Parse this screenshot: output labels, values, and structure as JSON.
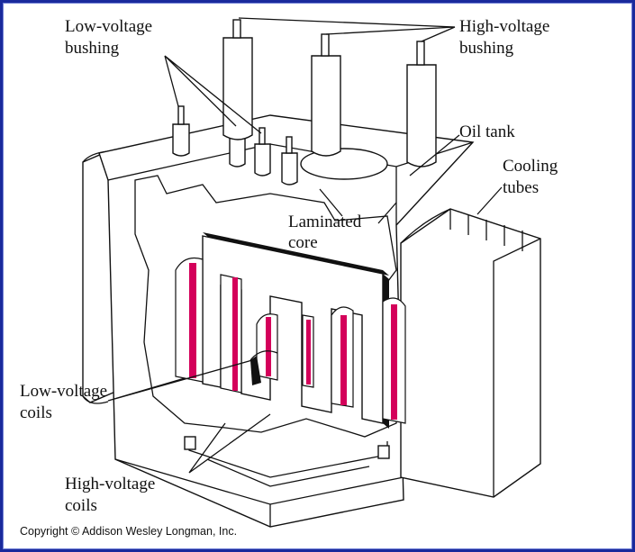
{
  "labels": {
    "low_voltage_bushing": [
      "Low-voltage",
      "bushing"
    ],
    "high_voltage_bushing": [
      "High-voltage",
      "bushing"
    ],
    "oil_tank": "Oil tank",
    "cooling_tubes": [
      "Cooling",
      "tubes"
    ],
    "laminated_core": [
      "Laminated",
      "core"
    ],
    "low_voltage_coils": [
      "Low-voltage",
      "coils"
    ],
    "high_voltage_coils": [
      "High-voltage",
      "coils"
    ]
  },
  "copyright": "Copyright © Addison Wesley Longman, Inc.",
  "colors": {
    "frame": "#1a2a9c",
    "winding_accent": "#d4005a",
    "line": "#111111"
  }
}
